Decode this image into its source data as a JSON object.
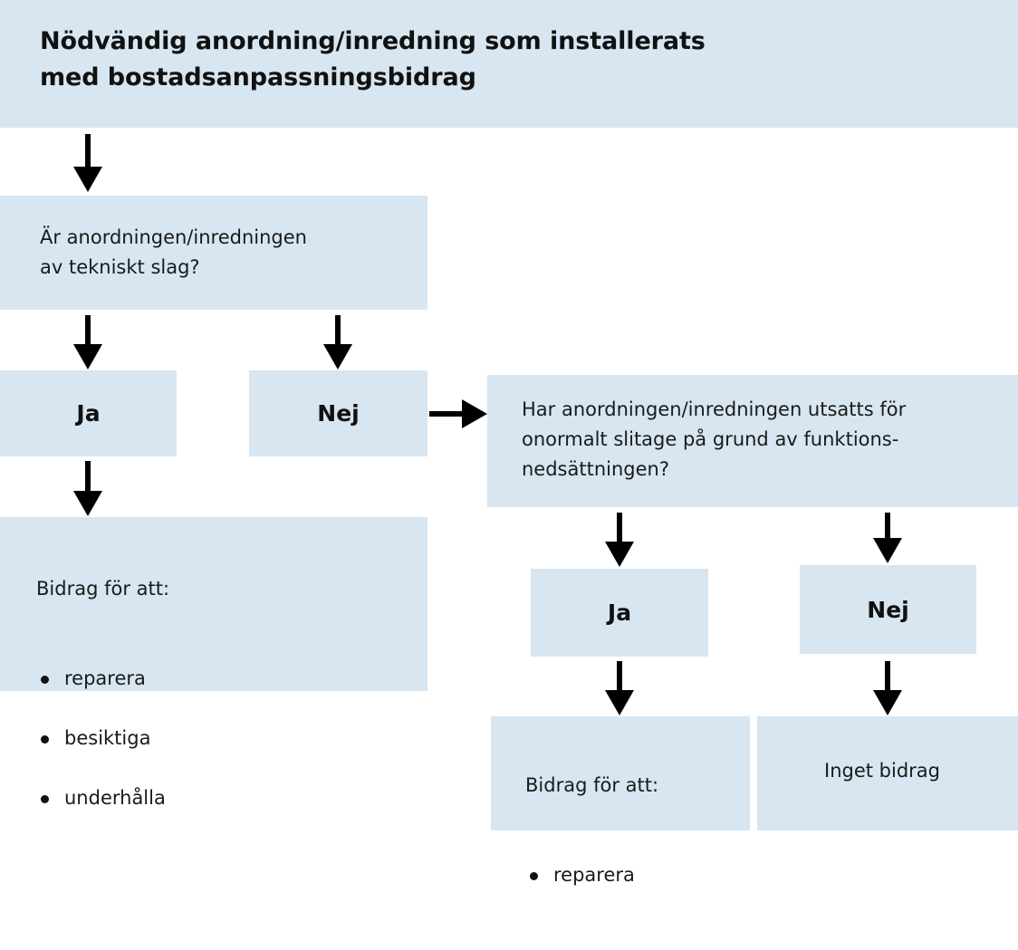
{
  "theme": {
    "box_fill": "#d7e6f1",
    "text_color": "#1a1a1a",
    "arrow_color": "#000000",
    "page_background": "#ffffff"
  },
  "title": {
    "text": "Nödvändig anordning/inredning som installerats\nmed bostadsanpassningsbidrag"
  },
  "nodes": {
    "decision_teknisk": {
      "text": "Är anordningen/inredningen\nav tekniskt slag?"
    },
    "ja_1": {
      "label": "Ja"
    },
    "nej_1": {
      "label": "Nej"
    },
    "decision_slitage": {
      "text": "Har anordningen/inredningen utsatts för\nonormalt slitage på grund av funktions-\nnedsättningen?"
    },
    "outcome_bidrag_full": {
      "lead": "Bidrag för att:",
      "items": [
        "reparera",
        "besiktiga",
        "underhålla"
      ]
    },
    "ja_2": {
      "label": "Ja"
    },
    "nej_2": {
      "label": "Nej"
    },
    "outcome_bidrag_reparera": {
      "lead": "Bidrag för att:",
      "items": [
        "reparera"
      ]
    },
    "outcome_inget_bidrag": {
      "text": "Inget bidrag"
    }
  },
  "arrows": [
    {
      "name": "arrow-title-to-teknisk",
      "direction": "down"
    },
    {
      "name": "arrow-teknisk-to-ja1",
      "direction": "down"
    },
    {
      "name": "arrow-teknisk-to-nej1",
      "direction": "down"
    },
    {
      "name": "arrow-nej1-to-slitage",
      "direction": "right"
    },
    {
      "name": "arrow-ja1-to-bidrag-full",
      "direction": "down"
    },
    {
      "name": "arrow-slitage-to-ja2",
      "direction": "down"
    },
    {
      "name": "arrow-slitage-to-nej2",
      "direction": "down"
    },
    {
      "name": "arrow-ja2-to-bidrag-reparera",
      "direction": "down"
    },
    {
      "name": "arrow-nej2-to-inget-bidrag",
      "direction": "down"
    }
  ]
}
